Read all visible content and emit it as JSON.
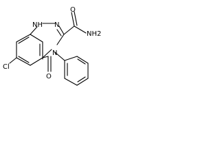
{
  "structure": {
    "label_color": "#000000",
    "atoms": {
      "nh": "NH",
      "n2": "N",
      "n_phenyl": "N",
      "amide_nh2": "NH2",
      "amide_o": "O",
      "ring_o": "O",
      "cl": "Cl"
    }
  }
}
